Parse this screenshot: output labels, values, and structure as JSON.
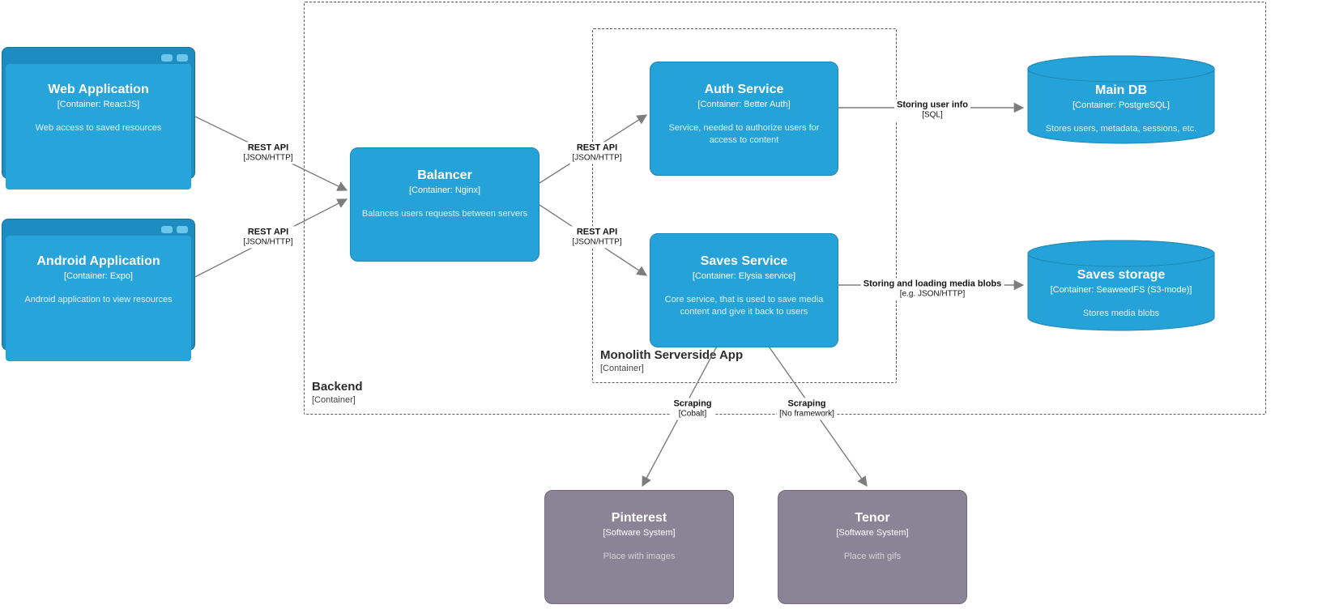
{
  "nodes": {
    "web_app": {
      "title": "Web Application",
      "subtitle": "[Container: ReactJS]",
      "description": "Web access to saved resources"
    },
    "android_app": {
      "title": "Android Application",
      "subtitle": "[Container: Expo]",
      "description": "Android application to view resources"
    },
    "balancer": {
      "title": "Balancer",
      "subtitle": "[Container: Nginx]",
      "description": "Balances users requests between servers"
    },
    "auth_service": {
      "title": "Auth Service",
      "subtitle": "[Container: Better Auth]",
      "description": "Service, needed to authorize users for access to content"
    },
    "saves_service": {
      "title": "Saves Service",
      "subtitle": "[Container: Elysia service]",
      "description": "Core service, that is used to save media content and give it back to users"
    },
    "main_db": {
      "title": "Main DB",
      "subtitle": "[Container: PostgreSQL]",
      "description": "Stores users, metadata, sessions, etc."
    },
    "saves_storage": {
      "title": "Saves storage",
      "subtitle": "[Container: SeaweedFS (S3-mode)]",
      "description": "Stores media blobs"
    },
    "pinterest": {
      "title": "Pinterest",
      "subtitle": "[Software System]",
      "description": "Place with images"
    },
    "tenor": {
      "title": "Tenor",
      "subtitle": "[Software System]",
      "description": "Place with gifs"
    }
  },
  "boundaries": {
    "backend": {
      "title": "Backend",
      "subtitle": "[Container]"
    },
    "monolith": {
      "title": "Monolith Serverside App",
      "subtitle": "[Container]"
    }
  },
  "edges": {
    "web_to_balancer": {
      "label": "REST API",
      "tech": "[JSON/HTTP]"
    },
    "android_to_balancer": {
      "label": "REST API",
      "tech": "[JSON/HTTP]"
    },
    "balancer_to_auth": {
      "label": "REST API",
      "tech": "[JSON/HTTP]"
    },
    "balancer_to_saves": {
      "label": "REST API",
      "tech": "[JSON/HTTP]"
    },
    "auth_to_main_db": {
      "label": "Storing user info",
      "tech": "[SQL]"
    },
    "saves_to_storage": {
      "label": "Storing and loading media blobs",
      "tech": "[e.g. JSON/HTTP]"
    },
    "saves_to_pinterest": {
      "label": "Scraping",
      "tech": "[Cobalt]"
    },
    "saves_to_tenor": {
      "label": "Scraping",
      "tech": "[No framework]"
    }
  },
  "colors": {
    "container_fill": "#25a3d9",
    "container_border": "#1e86b4",
    "external_fill": "#8b8496",
    "external_border": "#726c7d",
    "boundary_dash": "#595959",
    "edge_line": "#7d7d7d"
  }
}
